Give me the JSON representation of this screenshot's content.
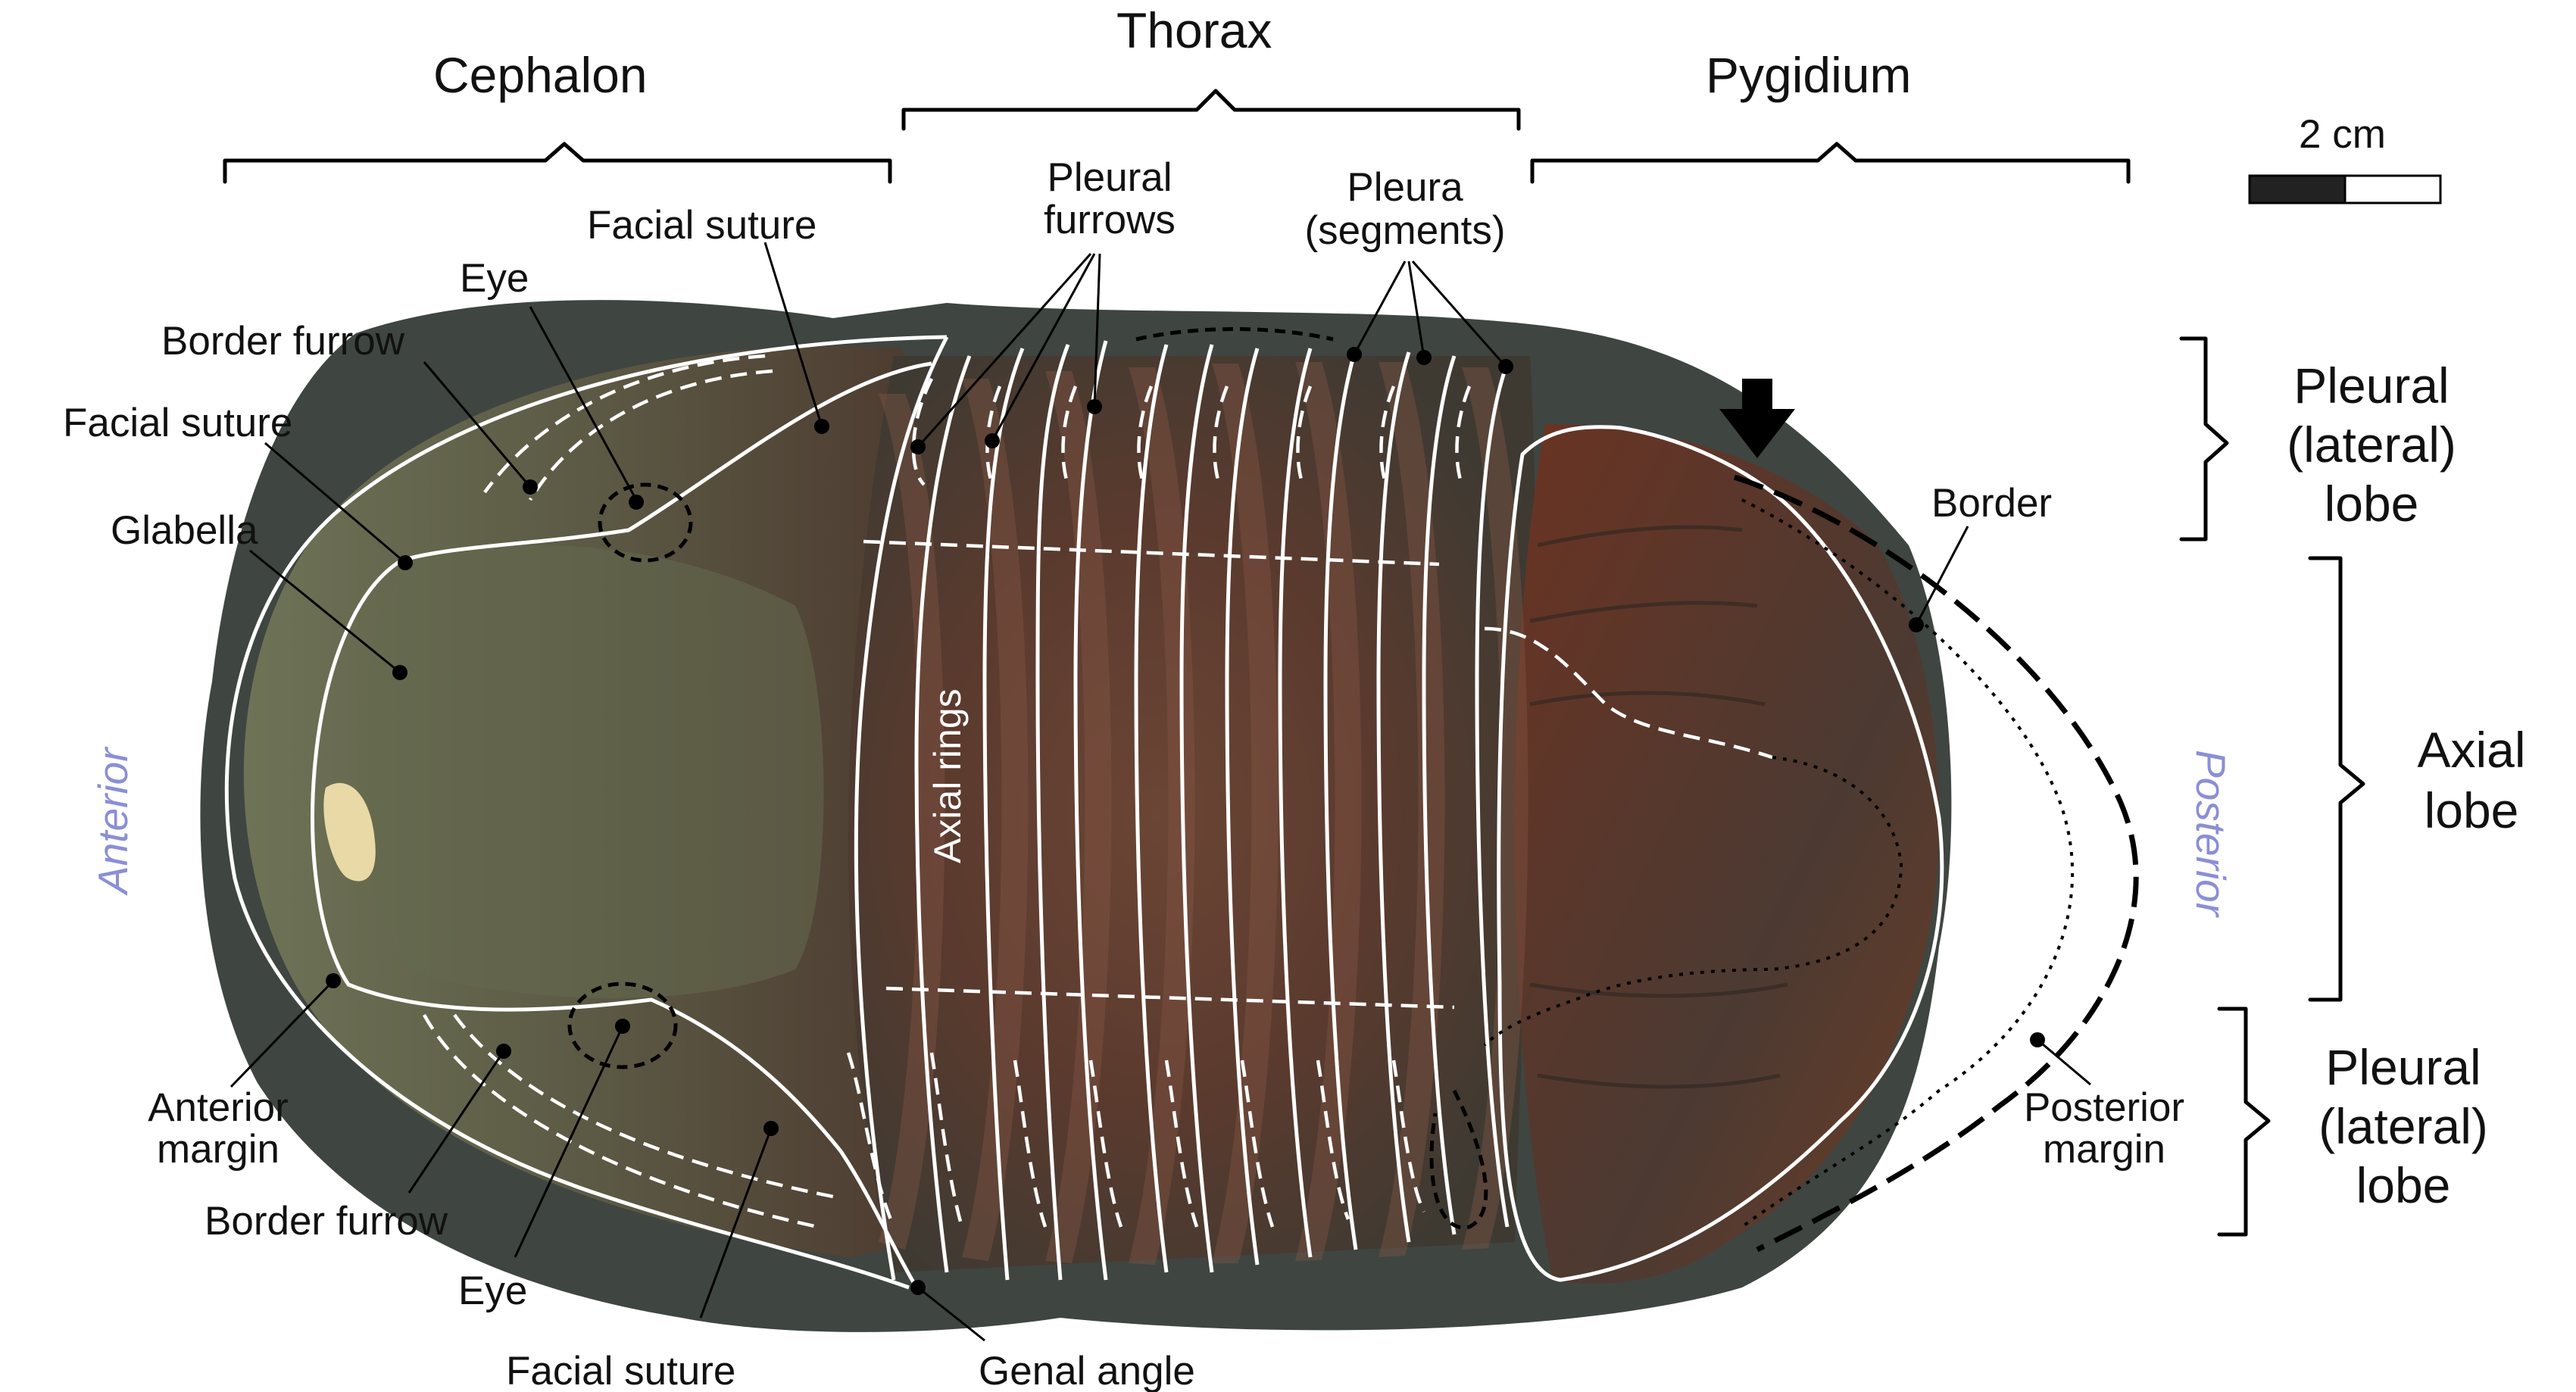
{
  "regions": {
    "cephalon": "Cephalon",
    "thorax": "Thorax",
    "pygidium": "Pygidium"
  },
  "scale_bar": {
    "label": "2 cm"
  },
  "lobes": {
    "pleural_top": [
      "Pleural",
      "(lateral)",
      "lobe"
    ],
    "axial": [
      "Axial",
      "lobe"
    ],
    "pleural_bottom": [
      "Pleural",
      "(lateral)",
      "lobe"
    ]
  },
  "orientation": {
    "anterior": "Anterior",
    "posterior": "Posterior"
  },
  "labels": {
    "facial_suture_top": "Facial suture",
    "eye_top": "Eye",
    "border_furrow_top": "Border furrow",
    "facial_suture_left": "Facial suture",
    "glabella": "Glabella",
    "pleural_furrows": [
      "Pleural",
      "furrows"
    ],
    "pleura_segments": [
      "Pleura",
      "(segments)"
    ],
    "axial_rings": "Axial rings",
    "border": "Border",
    "anterior_margin": [
      "Anterior",
      "margin"
    ],
    "border_furrow_bottom": "Border furrow",
    "eye_bottom": "Eye",
    "facial_suture_bottom": "Facial suture",
    "genal_angle": "Genal angle",
    "posterior_margin": [
      "Posterior",
      "margin"
    ]
  },
  "colors": {
    "rock": "#3d4440",
    "shell_dark": "#5a3a2a",
    "shell_red": "#7a3a24",
    "shell_green": "#5f6a4e",
    "outline": "#ffffff",
    "orientation_text": "#8a8fd6"
  }
}
